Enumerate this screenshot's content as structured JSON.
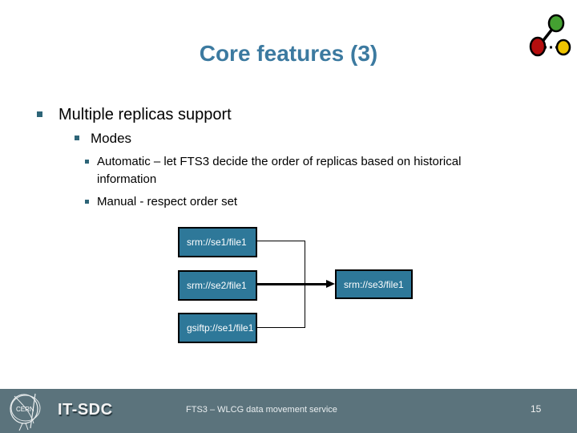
{
  "slide": {
    "title": "Core features (3)",
    "bullets": {
      "level1": "Multiple replicas support",
      "level2": "Modes",
      "level3a": "Automatic – let FTS3 decide the order of replicas based on historical information",
      "level3b": "Manual - respect order set"
    },
    "diagram": {
      "source_boxes": [
        "srm://se1/file1",
        "srm://se2/file1",
        "gsiftp://se1/file1"
      ],
      "target_box": "srm://se3/file1",
      "box_fill_color": "#2E7899",
      "connector_color": "#000000"
    },
    "footer": {
      "logo_text": "CERN",
      "group_label": "IT-SDC",
      "caption": "FTS3 – WLCG data movement service",
      "page_number": "15",
      "bar_color": "#5B737C"
    },
    "icons": {
      "top_right": "molecule-logo-icon",
      "bottom_left": "cern-logo-icon",
      "bullet": "square-bullet-icon"
    },
    "colors": {
      "title": "#3C7AA0",
      "bullet_square": "#2E6578",
      "molecule_green": "#44A131",
      "molecule_red": "#B50F0F",
      "molecule_yellow": "#EFC400"
    }
  }
}
